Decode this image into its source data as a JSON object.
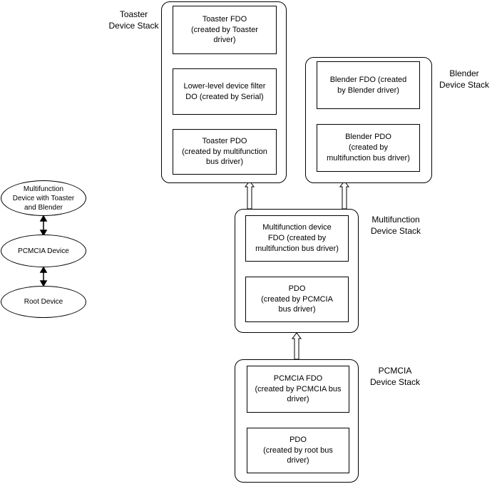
{
  "toaster_stack": {
    "label": "Toaster\nDevice Stack",
    "fdo": "Toaster FDO\n(created by Toaster\ndriver)",
    "filter": "Lower-level device filter\nDO (created by Serial)",
    "pdo": "Toaster PDO\n(created by multifunction\nbus driver)"
  },
  "blender_stack": {
    "label": "Blender\nDevice Stack",
    "fdo": "Blender FDO (created\nby Blender driver)",
    "pdo": "Blender PDO\n(created by\nmultifunction bus driver)"
  },
  "multifunction_stack": {
    "label": "Multifunction\nDevice Stack",
    "fdo": "Multifunction device\nFDO (created by\nmultifunction bus driver)",
    "pdo": "PDO\n(created by PCMCIA\nbus driver)"
  },
  "pcmcia_stack": {
    "label": "PCMCIA\nDevice Stack",
    "fdo": "PCMCIA FDO\n(created by PCMCIA bus\ndriver)",
    "pdo": "PDO\n(created by root bus\ndriver)"
  },
  "device_tree": {
    "multifunction_device": "Multifunction\nDevice with Toaster\nand Blender",
    "pcmcia_device": "PCMCIA Device",
    "root_device": "Root Device"
  }
}
